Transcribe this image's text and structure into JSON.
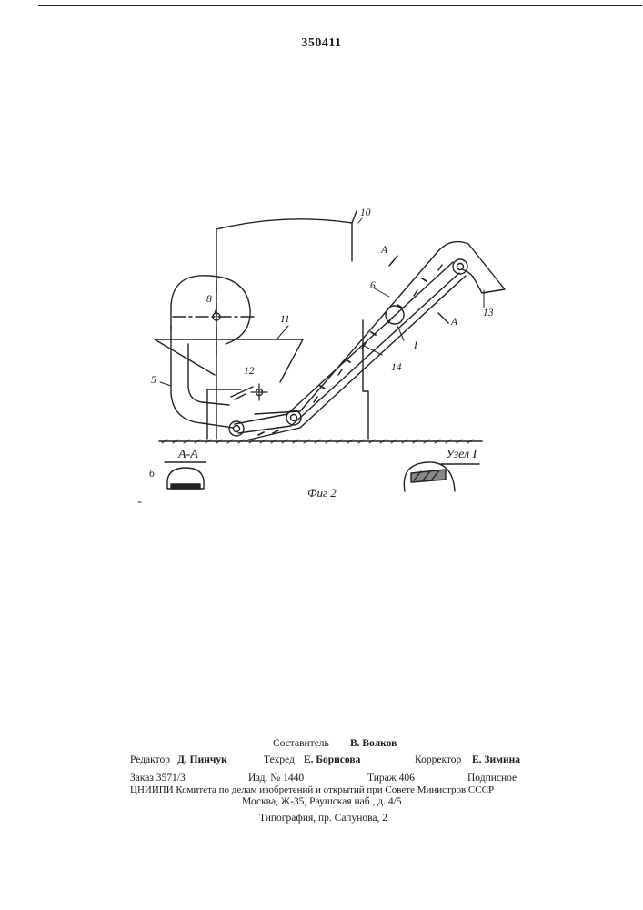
{
  "header": {
    "patent_number": "350411"
  },
  "figure": {
    "caption": "Фиг 2",
    "labels": {
      "l10": "10",
      "l11": "11",
      "l8": "8",
      "l5": "5",
      "l12": "12",
      "l6": "6",
      "l13": "13",
      "l14": "14",
      "lI": "I",
      "lA_top": "A",
      "lA_right": "A",
      "section_title": "А-А",
      "section_part": "б",
      "node_title": "Узел I"
    }
  },
  "footer": {
    "composer": {
      "label": "Составитель",
      "name": "В. Волков"
    },
    "editor": {
      "label": "Редактор",
      "name": "Д. Пинчук"
    },
    "techred": {
      "label": "Техред",
      "name": "Е. Борисова"
    },
    "corrector": {
      "label": "Корректор",
      "name": "Е. Зимина"
    },
    "order": "Заказ 3571/3",
    "issue": "Изд. № 1440",
    "print_run": "Тираж 406",
    "subscription": "Подписное",
    "org_line": "ЦНИИПИ Комитета по делам изобретений и открытий при Совете Министров СССР",
    "address": "Москва, Ж-35, Раушская наб., д. 4/5",
    "printer": "Типография, пр. Сапунова, 2"
  }
}
